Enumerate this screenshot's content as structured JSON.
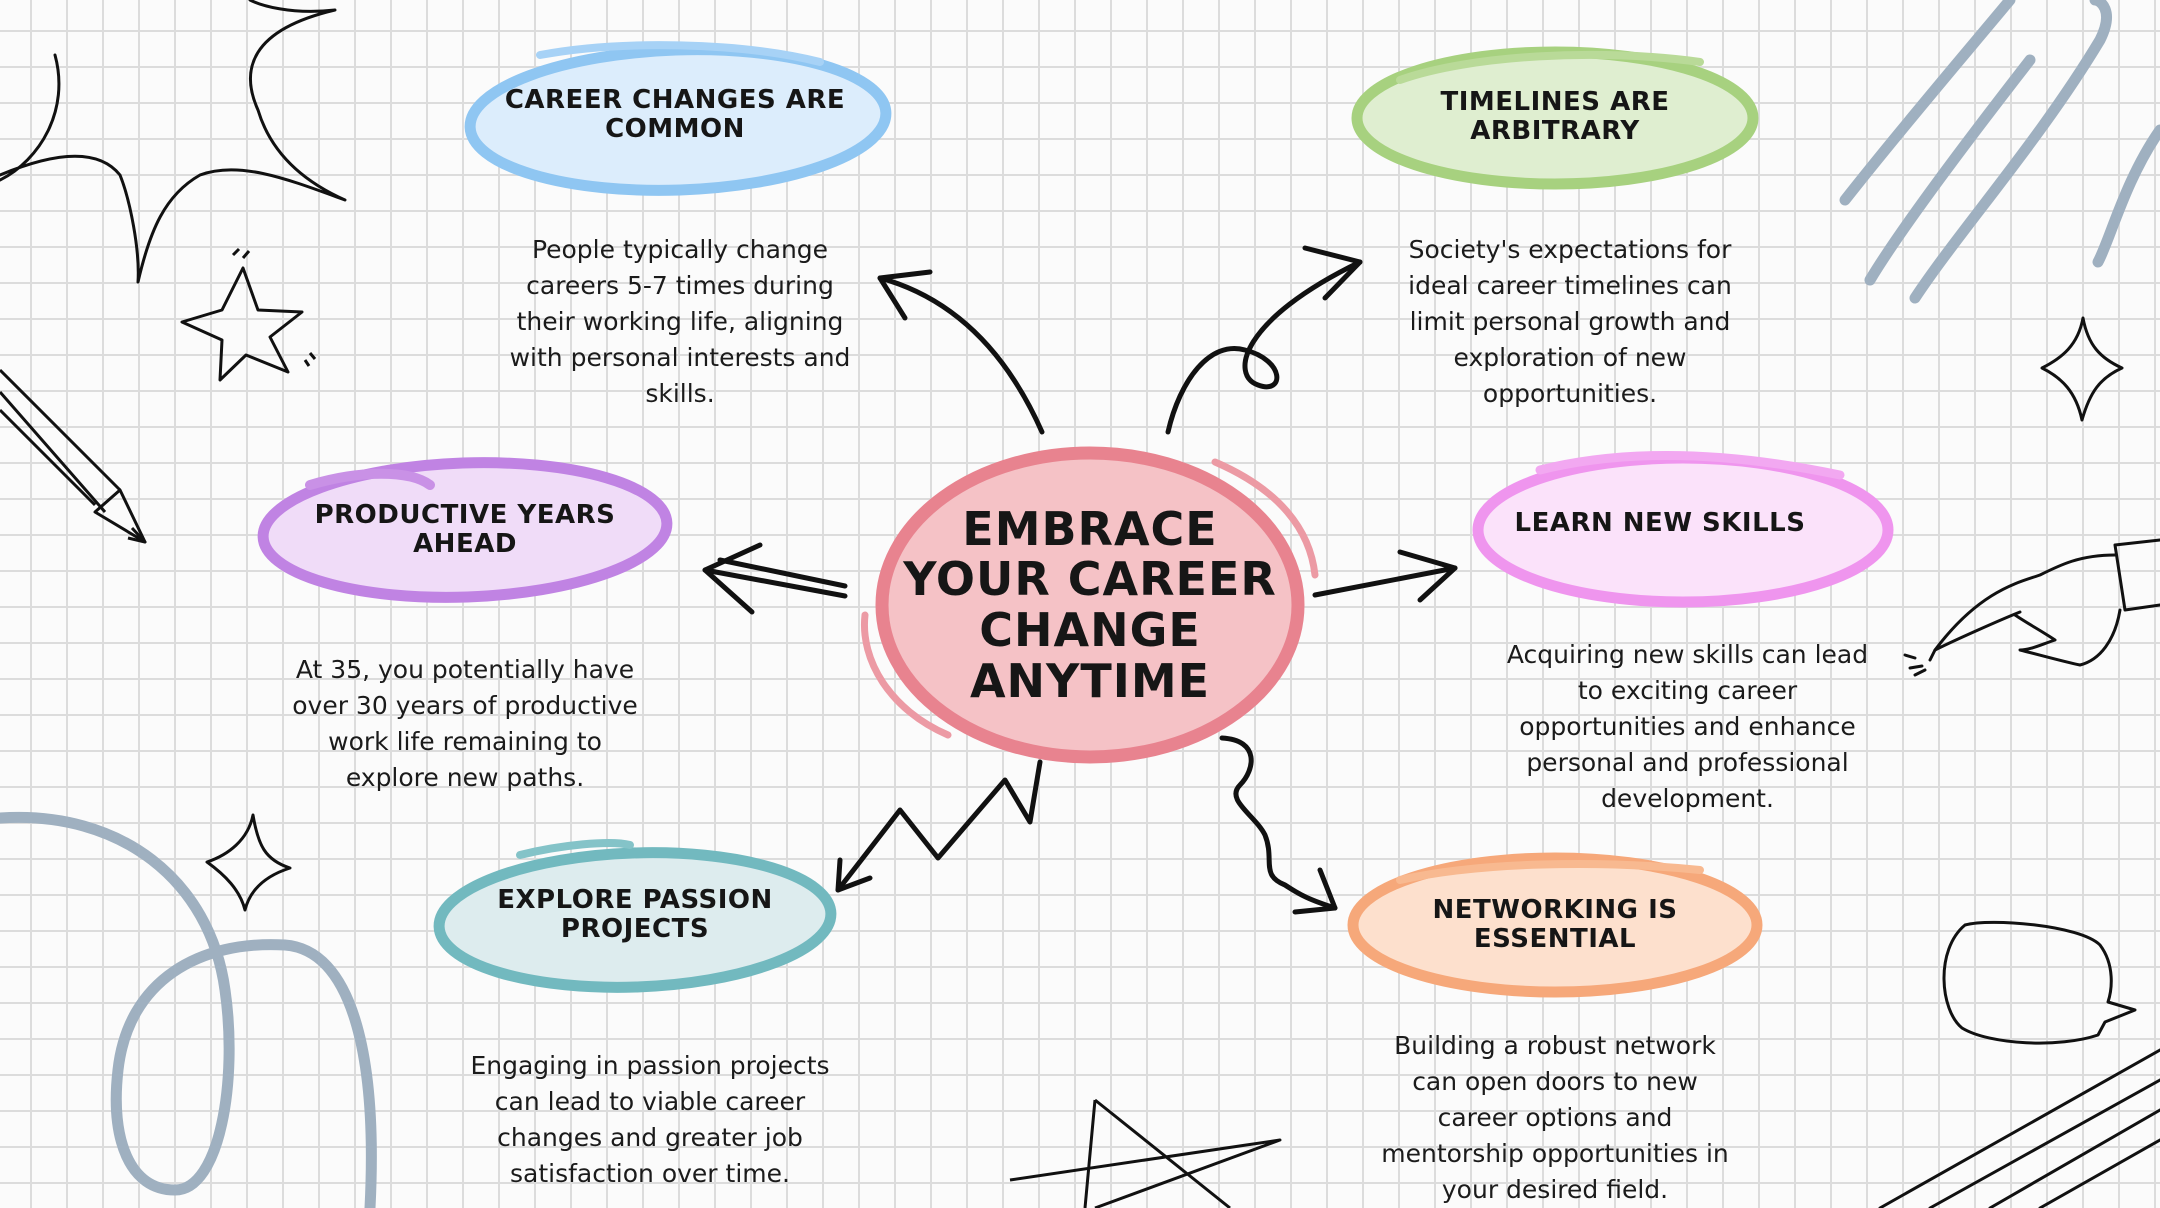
{
  "center": {
    "title": "EMBRACE YOUR CAREER CHANGE ANYTIME",
    "color": "#e8838f"
  },
  "nodes": [
    {
      "id": "career-changes",
      "title": "CAREER CHANGES ARE COMMON",
      "description": "People typically change careers 5-7 times during their working life, aligning with personal interests and skills.",
      "color": "#8fc6f2"
    },
    {
      "id": "timelines",
      "title": "TIMELINES ARE ARBITRARY",
      "description": "Society's expectations for ideal career timelines can limit personal growth and exploration of new opportunities.",
      "color": "#a7d17f"
    },
    {
      "id": "productive-years",
      "title": "PRODUCTIVE YEARS AHEAD",
      "description": "At 35, you potentially have over 30 years of productive work life remaining to explore new paths.",
      "color": "#c083e3"
    },
    {
      "id": "learn-skills",
      "title": "LEARN NEW SKILLS",
      "description": "Acquiring new skills can lead to exciting career opportunities and enhance personal and professional development.",
      "color": "#ef95ee"
    },
    {
      "id": "passion-projects",
      "title": "EXPLORE PASSION PROJECTS",
      "description": "Engaging in passion projects can lead to viable career changes and greater job satisfaction over time.",
      "color": "#72b9bf"
    },
    {
      "id": "networking",
      "title": "NETWORKING IS ESSENTIAL",
      "description": "Building a robust network can open doors to new career options and mentorship opportunities in your desired field.",
      "color": "#f6a87a"
    }
  ],
  "decorations": {
    "doodle_color": "#111111",
    "swirl_color": "#9fb0c0",
    "icons": [
      "star-icon",
      "sparkle-icon",
      "pencil-icon",
      "pointing-hand-icon",
      "speech-bubble-icon"
    ]
  }
}
